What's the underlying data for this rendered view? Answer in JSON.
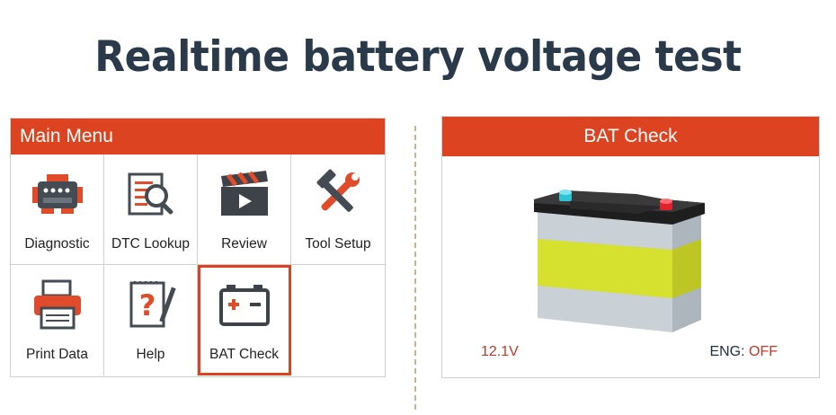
{
  "page_title": "Realtime battery voltage test",
  "main_menu": {
    "title": "Main Menu",
    "items": [
      {
        "label": "Diagnostic",
        "icon": "engine-icon"
      },
      {
        "label": "DTC Lookup",
        "icon": "document-search-icon"
      },
      {
        "label": "Review",
        "icon": "clapperboard-play-icon"
      },
      {
        "label": "Tool Setup",
        "icon": "wrench-hammer-icon"
      },
      {
        "label": "Print Data",
        "icon": "printer-icon"
      },
      {
        "label": "Help",
        "icon": "help-question-icon"
      },
      {
        "label": "BAT Check",
        "icon": "battery-icon",
        "selected": true
      }
    ]
  },
  "bat_check": {
    "title": "BAT Check",
    "voltage": "12.1V",
    "engine_label": "ENG: ",
    "engine_state": "OFF"
  },
  "colors": {
    "accent": "#dc4320",
    "title_text": "#2b3a4a",
    "battery_top": "#1e1e1e",
    "battery_band": "#d6e02e",
    "battery_body": "#c9d0d6",
    "terminal_positive": "#e0202a",
    "terminal_negative": "#2ec4d6"
  }
}
